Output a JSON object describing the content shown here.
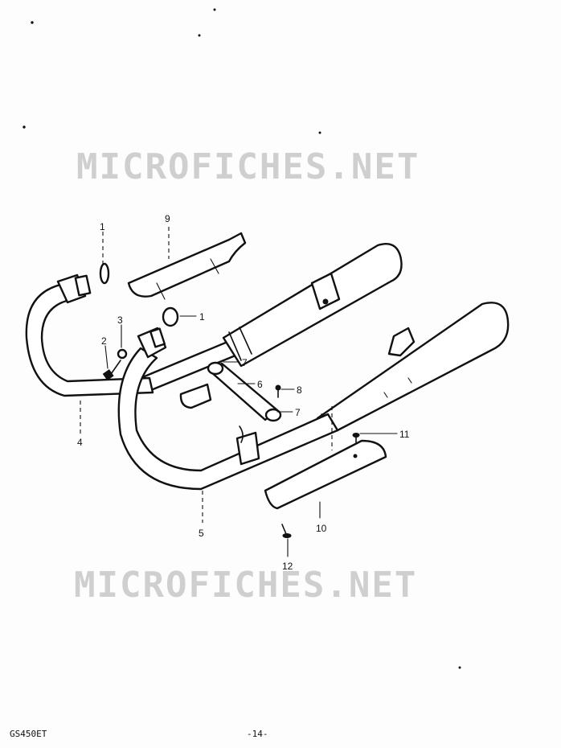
{
  "watermark": {
    "top": "MICROFICHES.NET",
    "bottom": "MICROFICHES.NET"
  },
  "callouts": {
    "c1_top": "1",
    "c9": "9",
    "c1_right": "1",
    "c3": "3",
    "c2": "2",
    "c4": "4",
    "c7_upper": "7",
    "c6": "6",
    "c8": "8",
    "c7_lower": "7",
    "c11": "11",
    "c5": "5",
    "c10": "10",
    "c12": "12"
  },
  "footer": {
    "model": "GS450ET",
    "page": "-14-"
  }
}
